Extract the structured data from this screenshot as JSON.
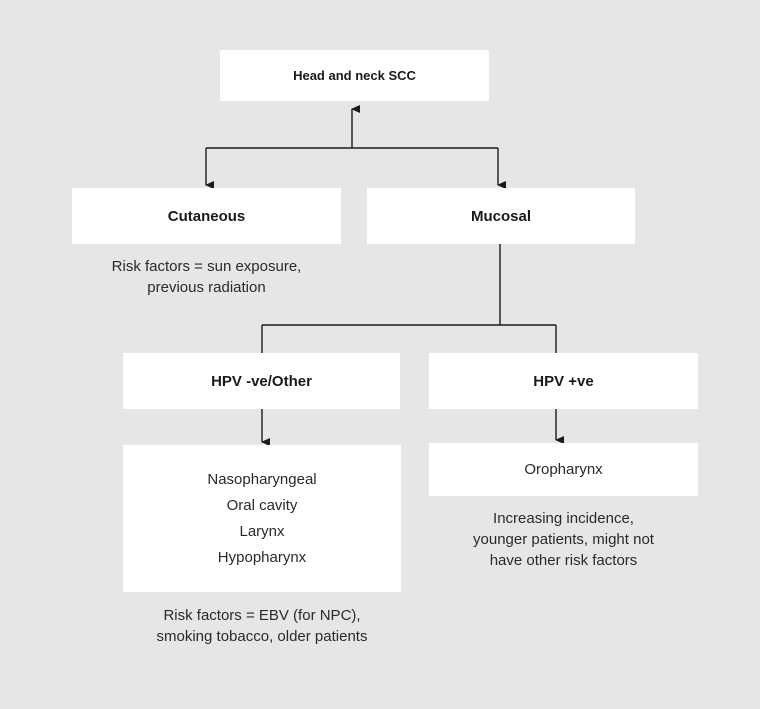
{
  "nodes": {
    "root": "Head and neck SCC",
    "cutaneous": "Cutaneous",
    "mucosal": "Mucosal",
    "hpv_neg": "HPV -ve/Other",
    "hpv_pos": "HPV +ve",
    "oropharynx": "Oropharynx"
  },
  "hpv_neg_sites": [
    "Nasopharyngeal",
    "Oral cavity",
    "Larynx",
    "Hypopharynx"
  ],
  "notes": {
    "cutaneous": [
      "Risk factors = sun exposure,",
      "previous radiation"
    ],
    "hpv_neg": [
      "Risk factors = EBV (for NPC),",
      "smoking tobacco, older patients"
    ],
    "hpv_pos": [
      "Increasing incidence,",
      "younger patients, might not",
      "have other risk factors"
    ]
  }
}
